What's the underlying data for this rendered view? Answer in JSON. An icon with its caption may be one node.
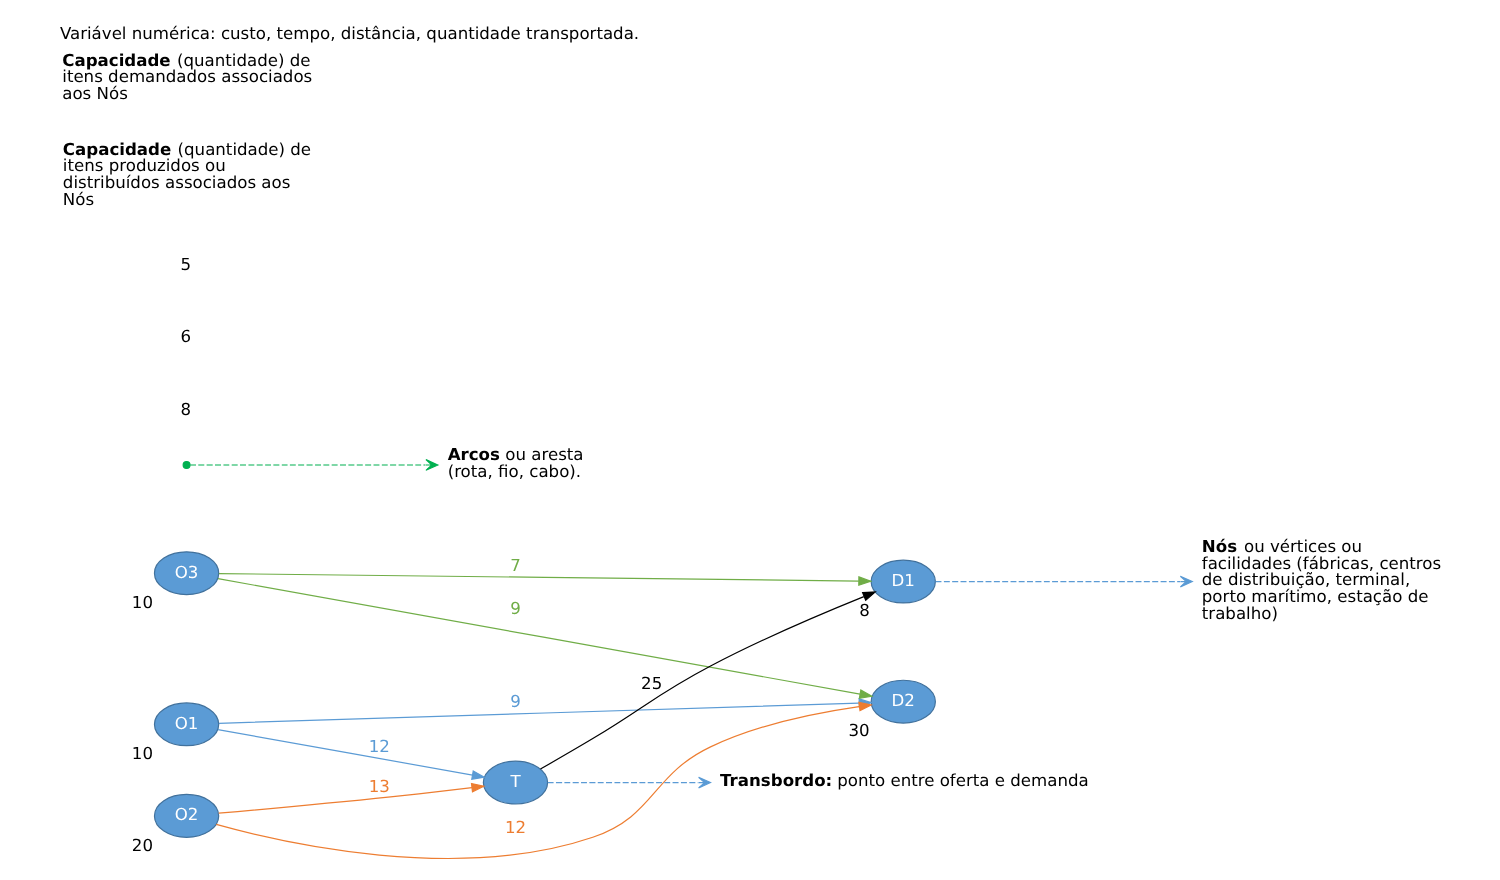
{
  "diagram": {
    "title": "Variável numérica: custo, tempo, distância, quantidade transportada.",
    "nodes": [
      {
        "text": [
          "O1"
        ],
        "beside": [
          "10"
        ]
      },
      {
        "text": [
          "O2"
        ],
        "beside": [
          "20"
        ]
      },
      {
        "text": [
          "O3"
        ],
        "beside": [
          "10"
        ]
      },
      {
        "text": [
          "T"
        ]
      },
      {
        "text": [
          "D1"
        ],
        "beside": [
          "8"
        ]
      },
      {
        "text": [
          "D2"
        ],
        "beside": [
          "30"
        ]
      },
      {
        "text": [
          "**Transbordo:** ponto entre oferta e demanda"
        ]
      },
      {
        "text": [
          "**Nós** ou vértices ou facilidades (fábricas, centros de distribuição, terminal, porto marítimo, estação de trabalho)"
        ]
      },
      {
        "text": [
          "**Arcos** ou aresta (rota, fio, cabo)."
        ]
      }
    ],
    "edges": [
      {
        "from": 0,
        "to": 3,
        "arrow": "to",
        "label": "12",
        "color": "#5b9bd5"
      },
      {
        "from": 0,
        "to": 5,
        "arrow": "to",
        "label": "9",
        "color": "#5b9bd5"
      },
      {
        "from": 1,
        "to": 3,
        "arrow": "to",
        "label": "13",
        "color": "#ed7d31"
      },
      {
        "from": 1,
        "to": 5,
        "arrow": "to",
        "label": "12",
        "color": "#ed7d31"
      },
      {
        "from": 2,
        "to": 4,
        "arrow": "to",
        "label": "7",
        "color": "#70ad47"
      },
      {
        "from": 2,
        "to": 5,
        "arrow": "to",
        "label": "9",
        "color": "#70ad47"
      },
      {
        "from": 3,
        "to": 4,
        "arrow": "to",
        "label": "25",
        "color": "#000000"
      },
      {
        "from": 3,
        "to": 6,
        "arrow": "to",
        "style": "dashed",
        "color": "#5b9bd5"
      },
      {
        "from": 4,
        "to": 7,
        "arrow": "to",
        "style": "dashed",
        "color": "#5b9bd5"
      },
      {
        "from": null,
        "to": 8,
        "arrow": "to",
        "style": "dashed",
        "color": "#00b050"
      }
    ],
    "labels": [
      "8",
      "6",
      "5",
      "**Capacidade** (quantidade) de itens produzidos ou distribuídos associados aos Nós",
      "**Capacidade** (quantidade) de itens demandados associados aos Nós"
    ]
  }
}
